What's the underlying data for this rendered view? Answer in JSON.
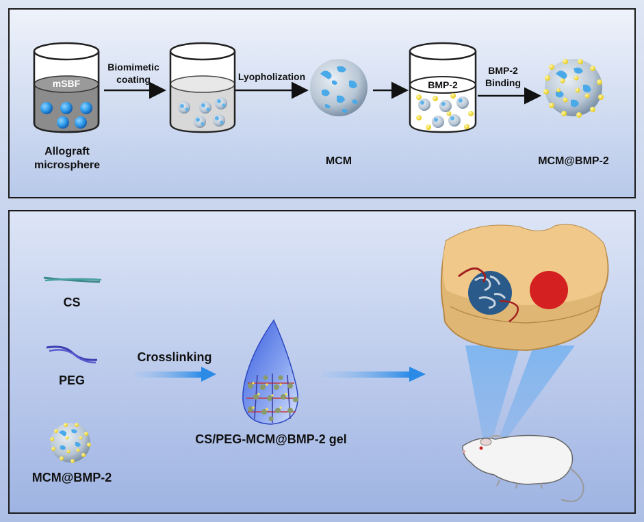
{
  "top_panel": {
    "beaker1_label": "mSBF",
    "allograft_label_line1": "Allograft",
    "allograft_label_line2": "microsphere",
    "arrow1_label_line1": "Biomimetic",
    "arrow1_label_line2": "coating",
    "arrow2_label": "Lyopholization",
    "mcm_label": "MCM",
    "beaker3_label": "BMP-2",
    "arrow4_label_line1": "BMP-2",
    "arrow4_label_line2": "Binding",
    "mcm_bmp2_label": "MCM@BMP-2"
  },
  "bottom_panel": {
    "cs_label": "CS",
    "peg_label": "PEG",
    "mcm_bmp2_label": "MCM@BMP-2",
    "crosslinking_label": "Crosslinking",
    "gel_label": "CS/PEG-MCM@BMP-2 gel"
  },
  "colors": {
    "sphere_blue": "#2f9bea",
    "bmp2_yellow": "#f2e233",
    "defect_red": "#d42020",
    "bone_tan": "#f0c98a"
  }
}
